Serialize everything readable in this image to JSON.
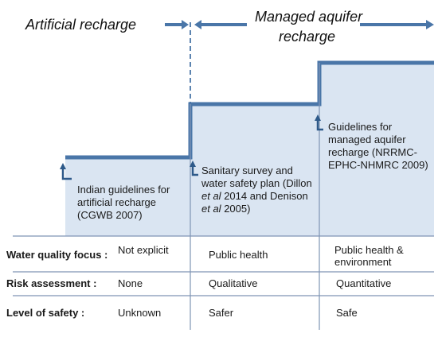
{
  "phases": {
    "left": "Artificial recharge",
    "right_line1": "Managed aquifer",
    "right_line2": "recharge"
  },
  "steps": [
    {
      "lines": [
        "Indian guidelines for",
        "artificial recharge",
        "(CGWB 2007)"
      ]
    },
    {
      "lines": [
        "Sanitary survey and",
        "water safety plan (Dillon",
        "et al 2014 and Denison",
        "et al 2005)"
      ]
    },
    {
      "lines": [
        "Guidelines for",
        "managed aquifer",
        "recharge (NRRMC-",
        "EPHC-NHMRC 2009)"
      ]
    }
  ],
  "table": {
    "rows": [
      {
        "label": "Water quality focus :",
        "cells": [
          "Not explicit",
          "Public health",
          "Public health & environment"
        ]
      },
      {
        "label": "Risk assessment :",
        "cells": [
          "None",
          "Qualitative",
          "Quantitative"
        ]
      },
      {
        "label": "Level of safety :",
        "cells": [
          "Unknown",
          "Safer",
          "Safe"
        ]
      }
    ]
  },
  "colors": {
    "step_line": "#4a76a8",
    "fill": "#dae5f2",
    "divider": "#7f95b5"
  }
}
